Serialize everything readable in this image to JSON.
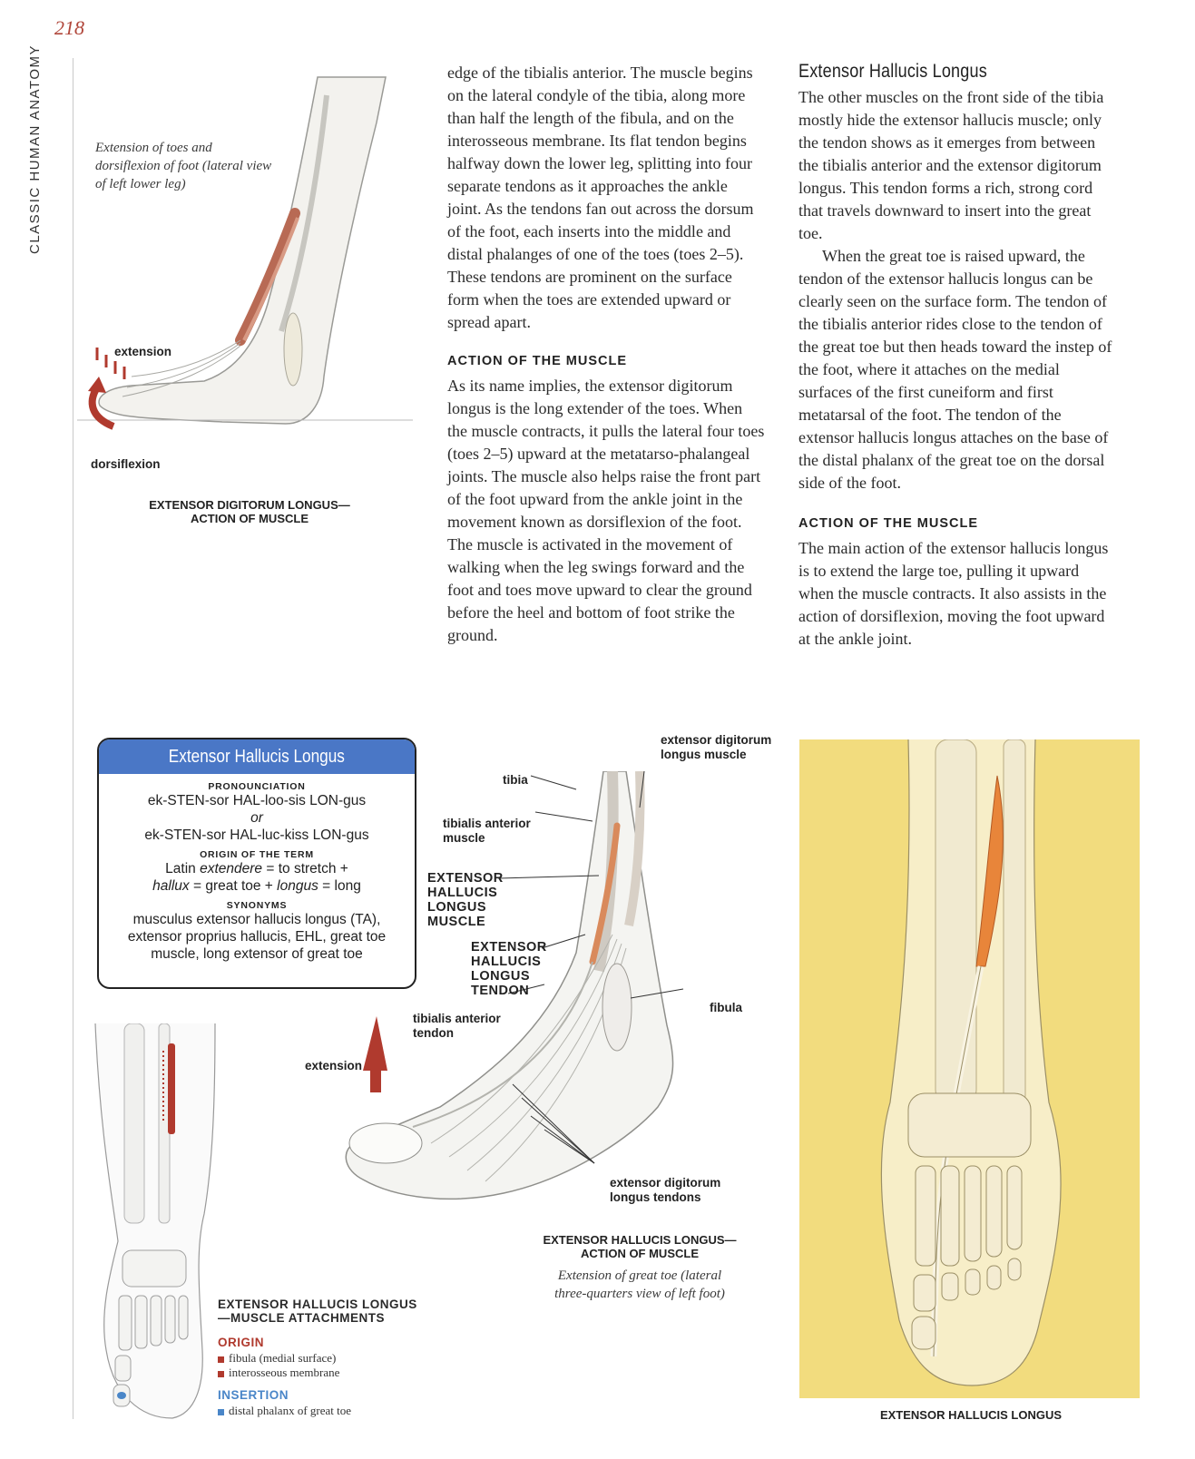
{
  "page": {
    "number": "218",
    "running_head": "CLASSIC HUMAN ANATOMY"
  },
  "figure1": {
    "italic_caption": "Extension of toes and dorsiflexion of foot (lateral view of left lower leg)",
    "label_extension": "extension",
    "label_dorsiflexion": "dorsiflexion",
    "caption_line1": "EXTENSOR DIGITORUM LONGUS—",
    "caption_line2": "ACTION OF MUSCLE"
  },
  "column_mid": {
    "para1": "edge of the tibialis anterior. The muscle begins on the lateral condyle of the tibia, along more than half the length of the fibula, and on the interosseous membrane. Its flat tendon begins halfway down the lower leg, splitting into four separate tendons as it approaches the ankle joint. As the tendons fan out across the dorsum of the foot, each inserts into the middle and distal phalanges of one of the toes (toes 2–5). These tendons are prominent on the surface form when the toes are extended upward or spread apart.",
    "action_heading": "ACTION OF THE MUSCLE",
    "para2": "As its name implies, the extensor digitorum longus is the long extender of the toes. When the muscle contracts, it pulls the lateral four toes (toes 2–5) upward at the metatarso-phalangeal joints. The muscle also helps raise the front part of the foot upward from the ankle joint in the movement known as dorsiflexion of the foot. The muscle is activated in the movement of walking when the leg swings forward and the foot and toes move upward to clear the ground before the heel and bottom of foot strike the ground."
  },
  "column_right": {
    "heading": "Extensor Hallucis Longus",
    "para1": "The other muscles on the front side of the tibia mostly hide the extensor hallucis muscle; only the tendon shows as it emerges from between the tibialis anterior and the extensor digitorum longus. This tendon forms a rich, strong cord that travels downward to insert into the great toe.",
    "para2": "When the great toe is raised upward, the tendon of the extensor hallucis longus can be clearly seen on the surface form. The tendon of the tibialis anterior rides close to the tendon of the great toe but then heads toward the instep of the foot, where it attaches on the medial surfaces of the first cuneiform and first metatarsal of the foot. The tendon of the extensor hallucis longus attaches on the base of the distal phalanx of the great toe on the dorsal side of the foot.",
    "action_heading": "ACTION OF THE MUSCLE",
    "para3": "The main action of the extensor hallucis longus is to extend the large toe, pulling it upward when the muscle contracts. It also assists in the action of dorsiflexion, moving the foot upward at the ankle joint."
  },
  "infobox": {
    "title": "Extensor Hallucis Longus",
    "pron_label": "PRONOUNCIATION",
    "pron1": "ek-STEN-sor HAL-loo-sis LON-gus",
    "pron_or": "or",
    "pron2": "ek-STEN-sor HAL-luc-kiss LON-gus",
    "origin_label": "ORIGIN OF THE TERM",
    "origin_pre1": "Latin ",
    "origin_it1": "extendere",
    "origin_post1": " = to stretch +",
    "origin_it2": "hallux",
    "origin_mid2": " = great toe + ",
    "origin_it3": "longus",
    "origin_post3": " = long",
    "syn_label": "SYNONYMS",
    "synonyms": "musculus extensor hallucis longus (TA), extensor proprius hallucis, EHL, great toe muscle, long extensor of great toe"
  },
  "figure2": {
    "label_tibia": "tibia",
    "label_edl_muscle": "extensor digitorum longus muscle",
    "label_ta_muscle": "tibialis anterior muscle",
    "label_ehl_muscle": "EXTENSOR HALLUCIS LONGUS MUSCLE",
    "label_ehl_tendon": "EXTENSOR HALLUCIS LONGUS TENDON",
    "label_fibula": "fibula",
    "label_ta_tendon": "tibialis anterior tendon",
    "label_extension": "extension",
    "label_edl_tendons": "extensor digitorum longus tendons",
    "caption_line1": "EXTENSOR HALLUCIS LONGUS—",
    "caption_line2": "ACTION OF MUSCLE",
    "italic_caption": "Extension of great toe (lateral three-quarters view of left foot)"
  },
  "figure3": {
    "caption_line1": "EXTENSOR HALLUCIS LONGUS",
    "caption_line2": "—MUSCLE ATTACHMENTS",
    "origin_label": "ORIGIN",
    "origin_items": [
      "fibula (medial surface)",
      "interosseous membrane"
    ],
    "insertion_label": "INSERTION",
    "insertion_items": [
      "distal phalanx of great toe"
    ],
    "origin_color": "#b03a2e",
    "insertion_color": "#4a86c8"
  },
  "figure4": {
    "caption": "EXTENSOR HALLUCIS LONGUS",
    "background_color": "#f2dc7e"
  }
}
